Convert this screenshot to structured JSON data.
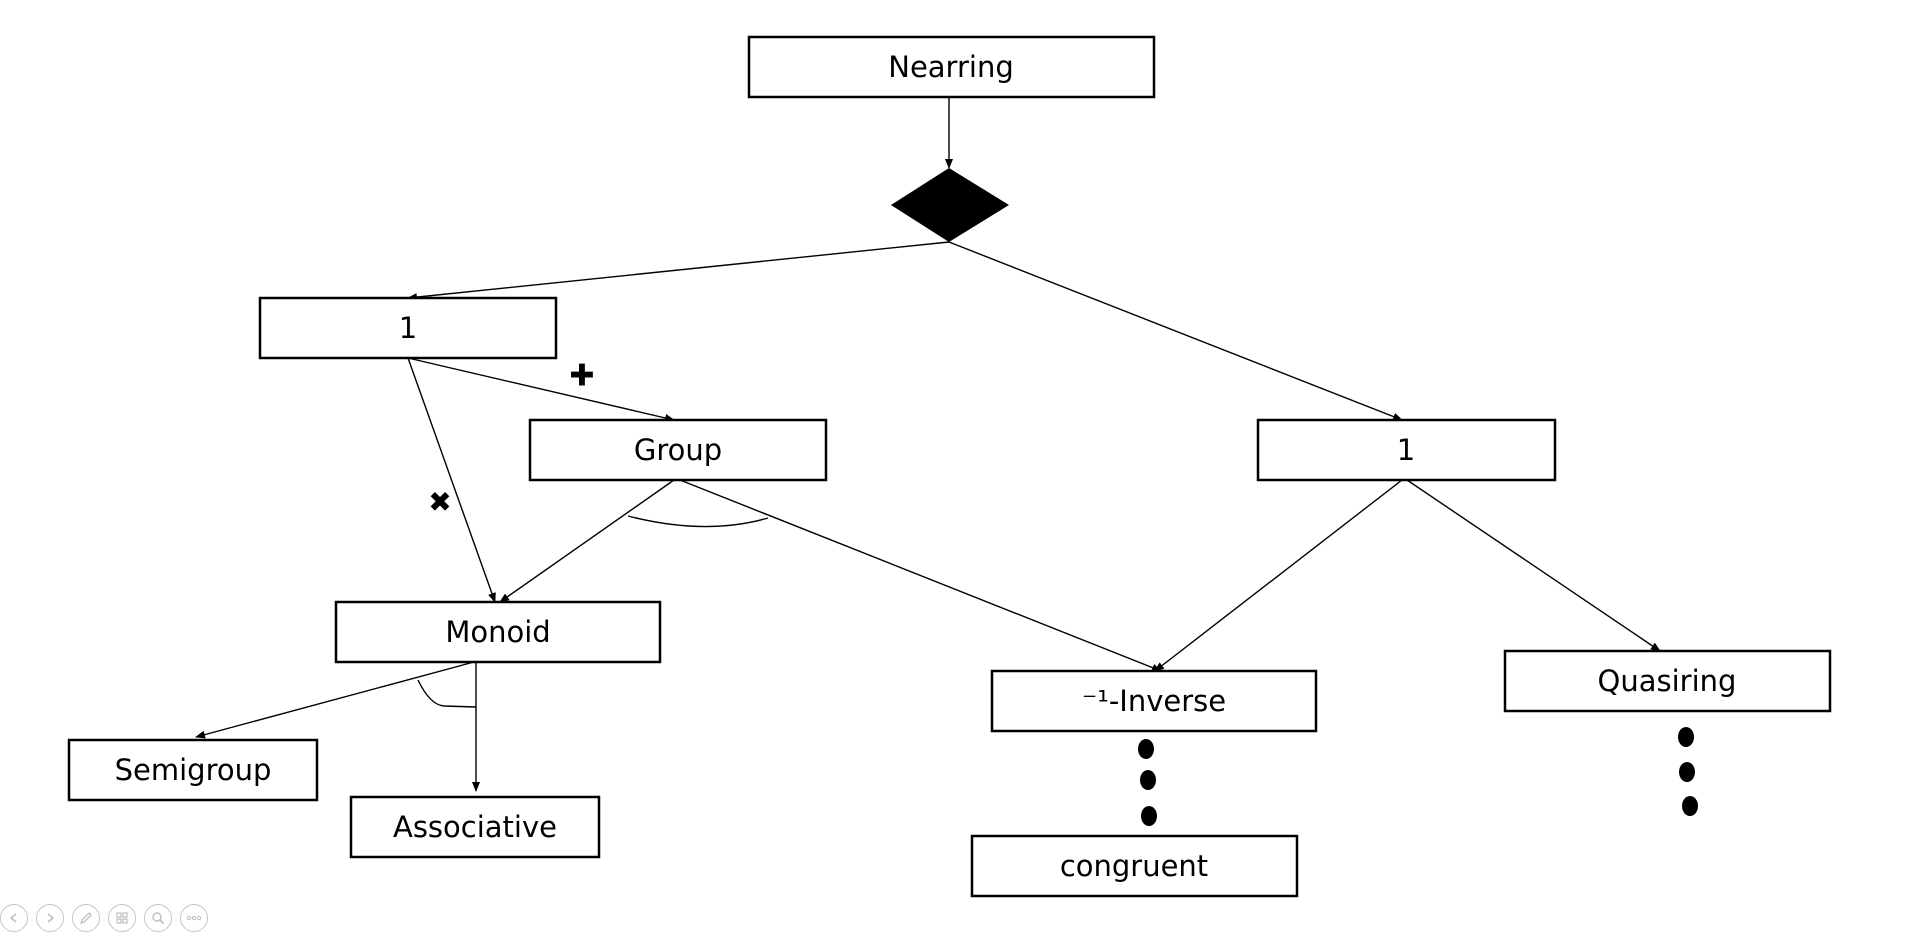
{
  "diagram": {
    "nodes": {
      "nearring": "Nearring",
      "one_left": "1",
      "group": "Group",
      "one_right": "1",
      "monoid": "Monoid",
      "inverse": "⁻¹-Inverse",
      "quasiring": "Quasiring",
      "semigroup": "Semigroup",
      "associative": "Associative",
      "congruent": "congruent"
    },
    "operators": {
      "plus": "✚",
      "times": "✖"
    }
  },
  "toolbar": {
    "previous_icon": "previous-slide-icon",
    "next_icon": "next-slide-icon",
    "pen_icon": "pen-icon",
    "slides_icon": "see-all-slides-icon",
    "zoom_icon": "zoom-icon",
    "more_icon": "more-options-icon"
  }
}
